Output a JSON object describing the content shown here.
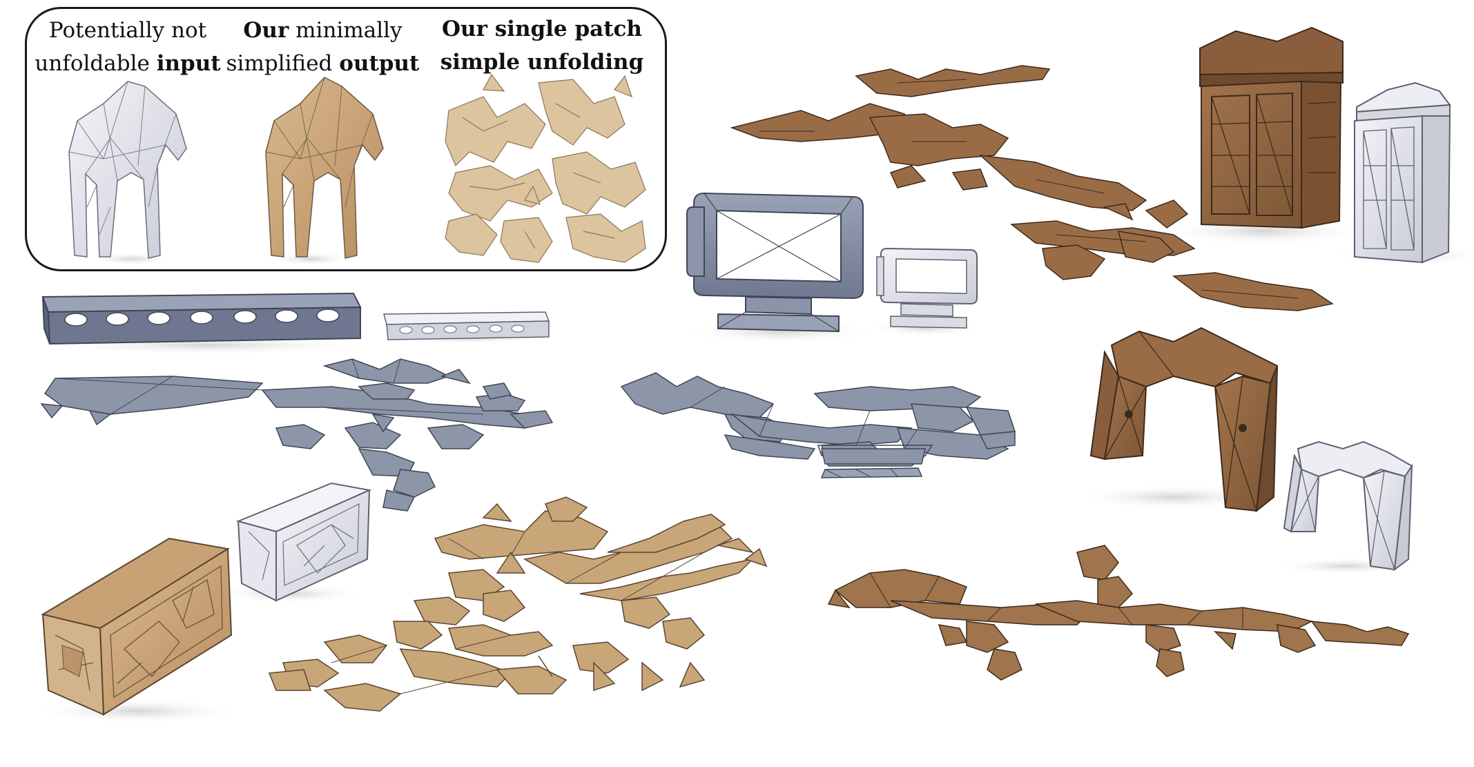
{
  "figure": {
    "legend": {
      "input": {
        "line1_plain": "Potentially not",
        "line2_plain": "unfoldable ",
        "line2_bold": "input"
      },
      "output": {
        "line1_bold": "Our",
        "line1_plain": " minimally",
        "line2_plain": "simplified ",
        "line2_bold": "output"
      },
      "unfolding": {
        "line1_bold": "Our single patch",
        "line2_bold": "simple unfolding"
      }
    },
    "colors": {
      "input_mesh": "#e2e3ea",
      "output_mesh": "#d8c4a2",
      "paper_tan": "#c8a678",
      "paper_tan_dark": "#b48a5c",
      "wood_brown": "#8f6440",
      "wood_dark": "#6e4a2e",
      "steel_gray": "#8d95a8",
      "steel_dark": "#636b80",
      "edge": "#3c3c44",
      "shadow": "#d6d6d6"
    }
  }
}
